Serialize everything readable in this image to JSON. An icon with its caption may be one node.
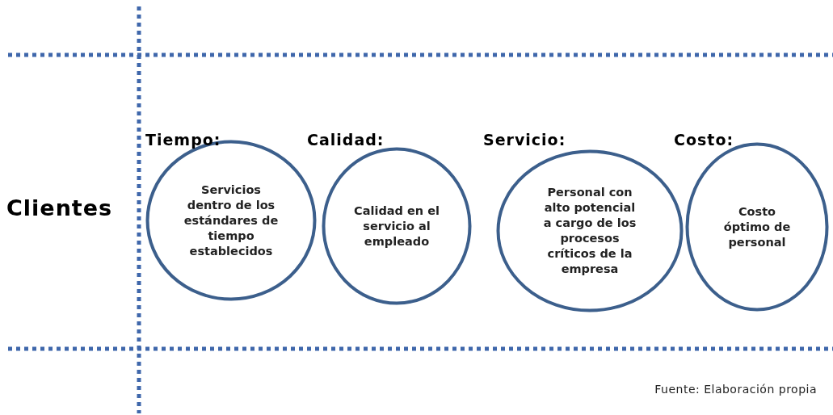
{
  "diagram": {
    "caption": "Fuente: Elaboración propia",
    "nodes": [
      {
        "text": [
          "Tiempo:",
          "Servicios dentro de los estándares de tiempo establecidos"
        ]
      },
      {
        "text": [
          "Calidad:",
          "Calidad en el servicio al empleado"
        ]
      },
      {
        "text": [
          "Servicio:",
          "Personal con alto potencial a cargo de los procesos críticos de la empresa"
        ]
      },
      {
        "text": [
          "Costo:",
          "Costo óptimo de personal"
        ]
      }
    ],
    "edges": [],
    "labels": [
      "Clientes"
    ]
  }
}
